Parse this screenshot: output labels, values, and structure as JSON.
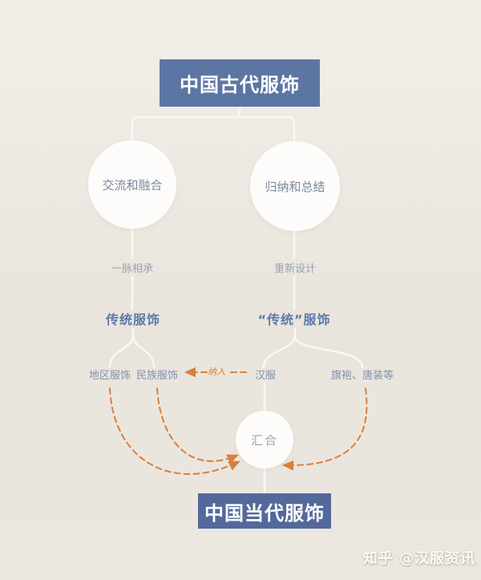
{
  "diagram": {
    "root": {
      "label": "中国古代服饰"
    },
    "processes": [
      {
        "label": "交流和融合"
      },
      {
        "label": "归纳和总结"
      }
    ],
    "edge_labels": [
      {
        "label": "一脉相承"
      },
      {
        "label": "重新设计"
      }
    ],
    "categories": [
      {
        "label": "传统服饰"
      },
      {
        "label": "“传统”服饰"
      }
    ],
    "leaves": [
      {
        "label": "地区服饰"
      },
      {
        "label": "民族服饰"
      },
      {
        "label": "汉服"
      },
      {
        "label": "旗袍、唐装等"
      }
    ],
    "incorporate_label": "纳入",
    "merge": {
      "label": "汇合"
    },
    "result": {
      "label": "中国当代服饰"
    }
  },
  "watermark": {
    "label": "知乎 @汉服资讯"
  },
  "colors": {
    "background_top": "#f2efe9",
    "background_bottom": "#e9e5dd",
    "box_blue": "#5c76a3",
    "box_blue_dark": "#54699b",
    "line_white": "#faf8f3",
    "circle_white": "#fdfcfa",
    "circle_text": "#7b87a0",
    "text_gray": "#9aa1ae",
    "text_blue": "#5d79ab",
    "text_label": "#8290ab",
    "orange": "#d9803c",
    "merge_text": "#9ca5b2"
  }
}
